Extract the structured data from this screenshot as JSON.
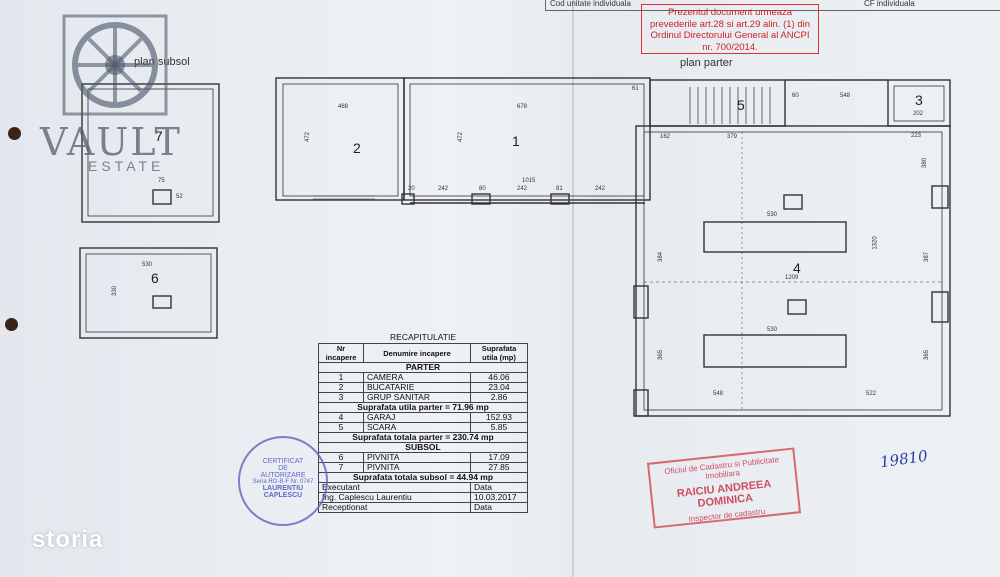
{
  "top_header": {
    "left": "Cod unitate individuala",
    "right": "CF individuala"
  },
  "notice": "Prezentul document urmeaza prevederile art.28 si art.29 alin. (1) din Ordinul Directorului General al ANCPI nr. 700/2014.",
  "plan_titles": {
    "basement": "plan subsol",
    "ground": "plan parter"
  },
  "rooms": {
    "r1": "1",
    "r2": "2",
    "r3": "3",
    "r4": "4",
    "r5": "5",
    "r6": "6",
    "r7": "7"
  },
  "dims": {
    "d488": "488",
    "d678": "678",
    "d1015": "1015",
    "d242a": "242",
    "d80": "80",
    "d242b": "242",
    "d81": "81",
    "d242c": "242",
    "d20": "20",
    "d472a": "472",
    "d472b": "472",
    "d61": "61",
    "d379": "379",
    "d162": "162",
    "d548a": "548",
    "d60": "60",
    "d202": "202",
    "d223": "223",
    "d530a": "530",
    "d1209": "1209",
    "d530b": "530",
    "d548b": "548",
    "d522": "522",
    "d1320": "1320",
    "d384": "384",
    "d365a": "365",
    "d365b": "365",
    "d387": "387",
    "d380": "380",
    "d530c": "530",
    "d330": "330",
    "d75": "75",
    "d52": "52"
  },
  "recap": {
    "title": "RECAPITULATIE",
    "headers": [
      "Nr incapere",
      "Denumire incapere",
      "Suprafata utila (mp)"
    ],
    "parter_label": "PARTER",
    "parter_rows": [
      [
        "1",
        "CAMERA",
        "46.06"
      ],
      [
        "2",
        "BUCATARIE",
        "23.04"
      ],
      [
        "3",
        "GRUP SANITAR",
        "2.86"
      ]
    ],
    "parter_util_total": "Suprafata utila parter = 71.96 mp",
    "parter_rows2": [
      [
        "4",
        "GARAJ",
        "152.93"
      ],
      [
        "5",
        "SCARA",
        "5.85"
      ]
    ],
    "parter_total": "Suprafata totala parter = 230.74 mp",
    "subsol_label": "SUBSOL",
    "subsol_rows": [
      [
        "6",
        "PIVNITA",
        "17.09"
      ],
      [
        "7",
        "PIVNITA",
        "27.85"
      ]
    ],
    "subsol_total": "Suprafata totala subsol = 44.94 mp",
    "footer": [
      [
        "Executant",
        "Data"
      ],
      [
        "Ing. Caplescu Laurentiu",
        "10.03.2017"
      ],
      [
        "Receptionat",
        "Data"
      ]
    ]
  },
  "stamp_blue": {
    "line1": "CERTIFICAT",
    "line2": "DE",
    "line3": "AUTORIZARE",
    "line4": "Seria RO-B-F Nr. 0747",
    "line5": "LAURENTIU",
    "line6": "CAPLESCU"
  },
  "stamp_red": {
    "line1": "Oficiul de Cadastru si Publicitate Imobiliara",
    "line2": "RAICIU ANDREEA DOMINICA",
    "line3": "Inspector de cadastru"
  },
  "signature_note": "19810",
  "logo": {
    "main": "VAULT",
    "sub": "ESTATE"
  },
  "watermark": "storia"
}
